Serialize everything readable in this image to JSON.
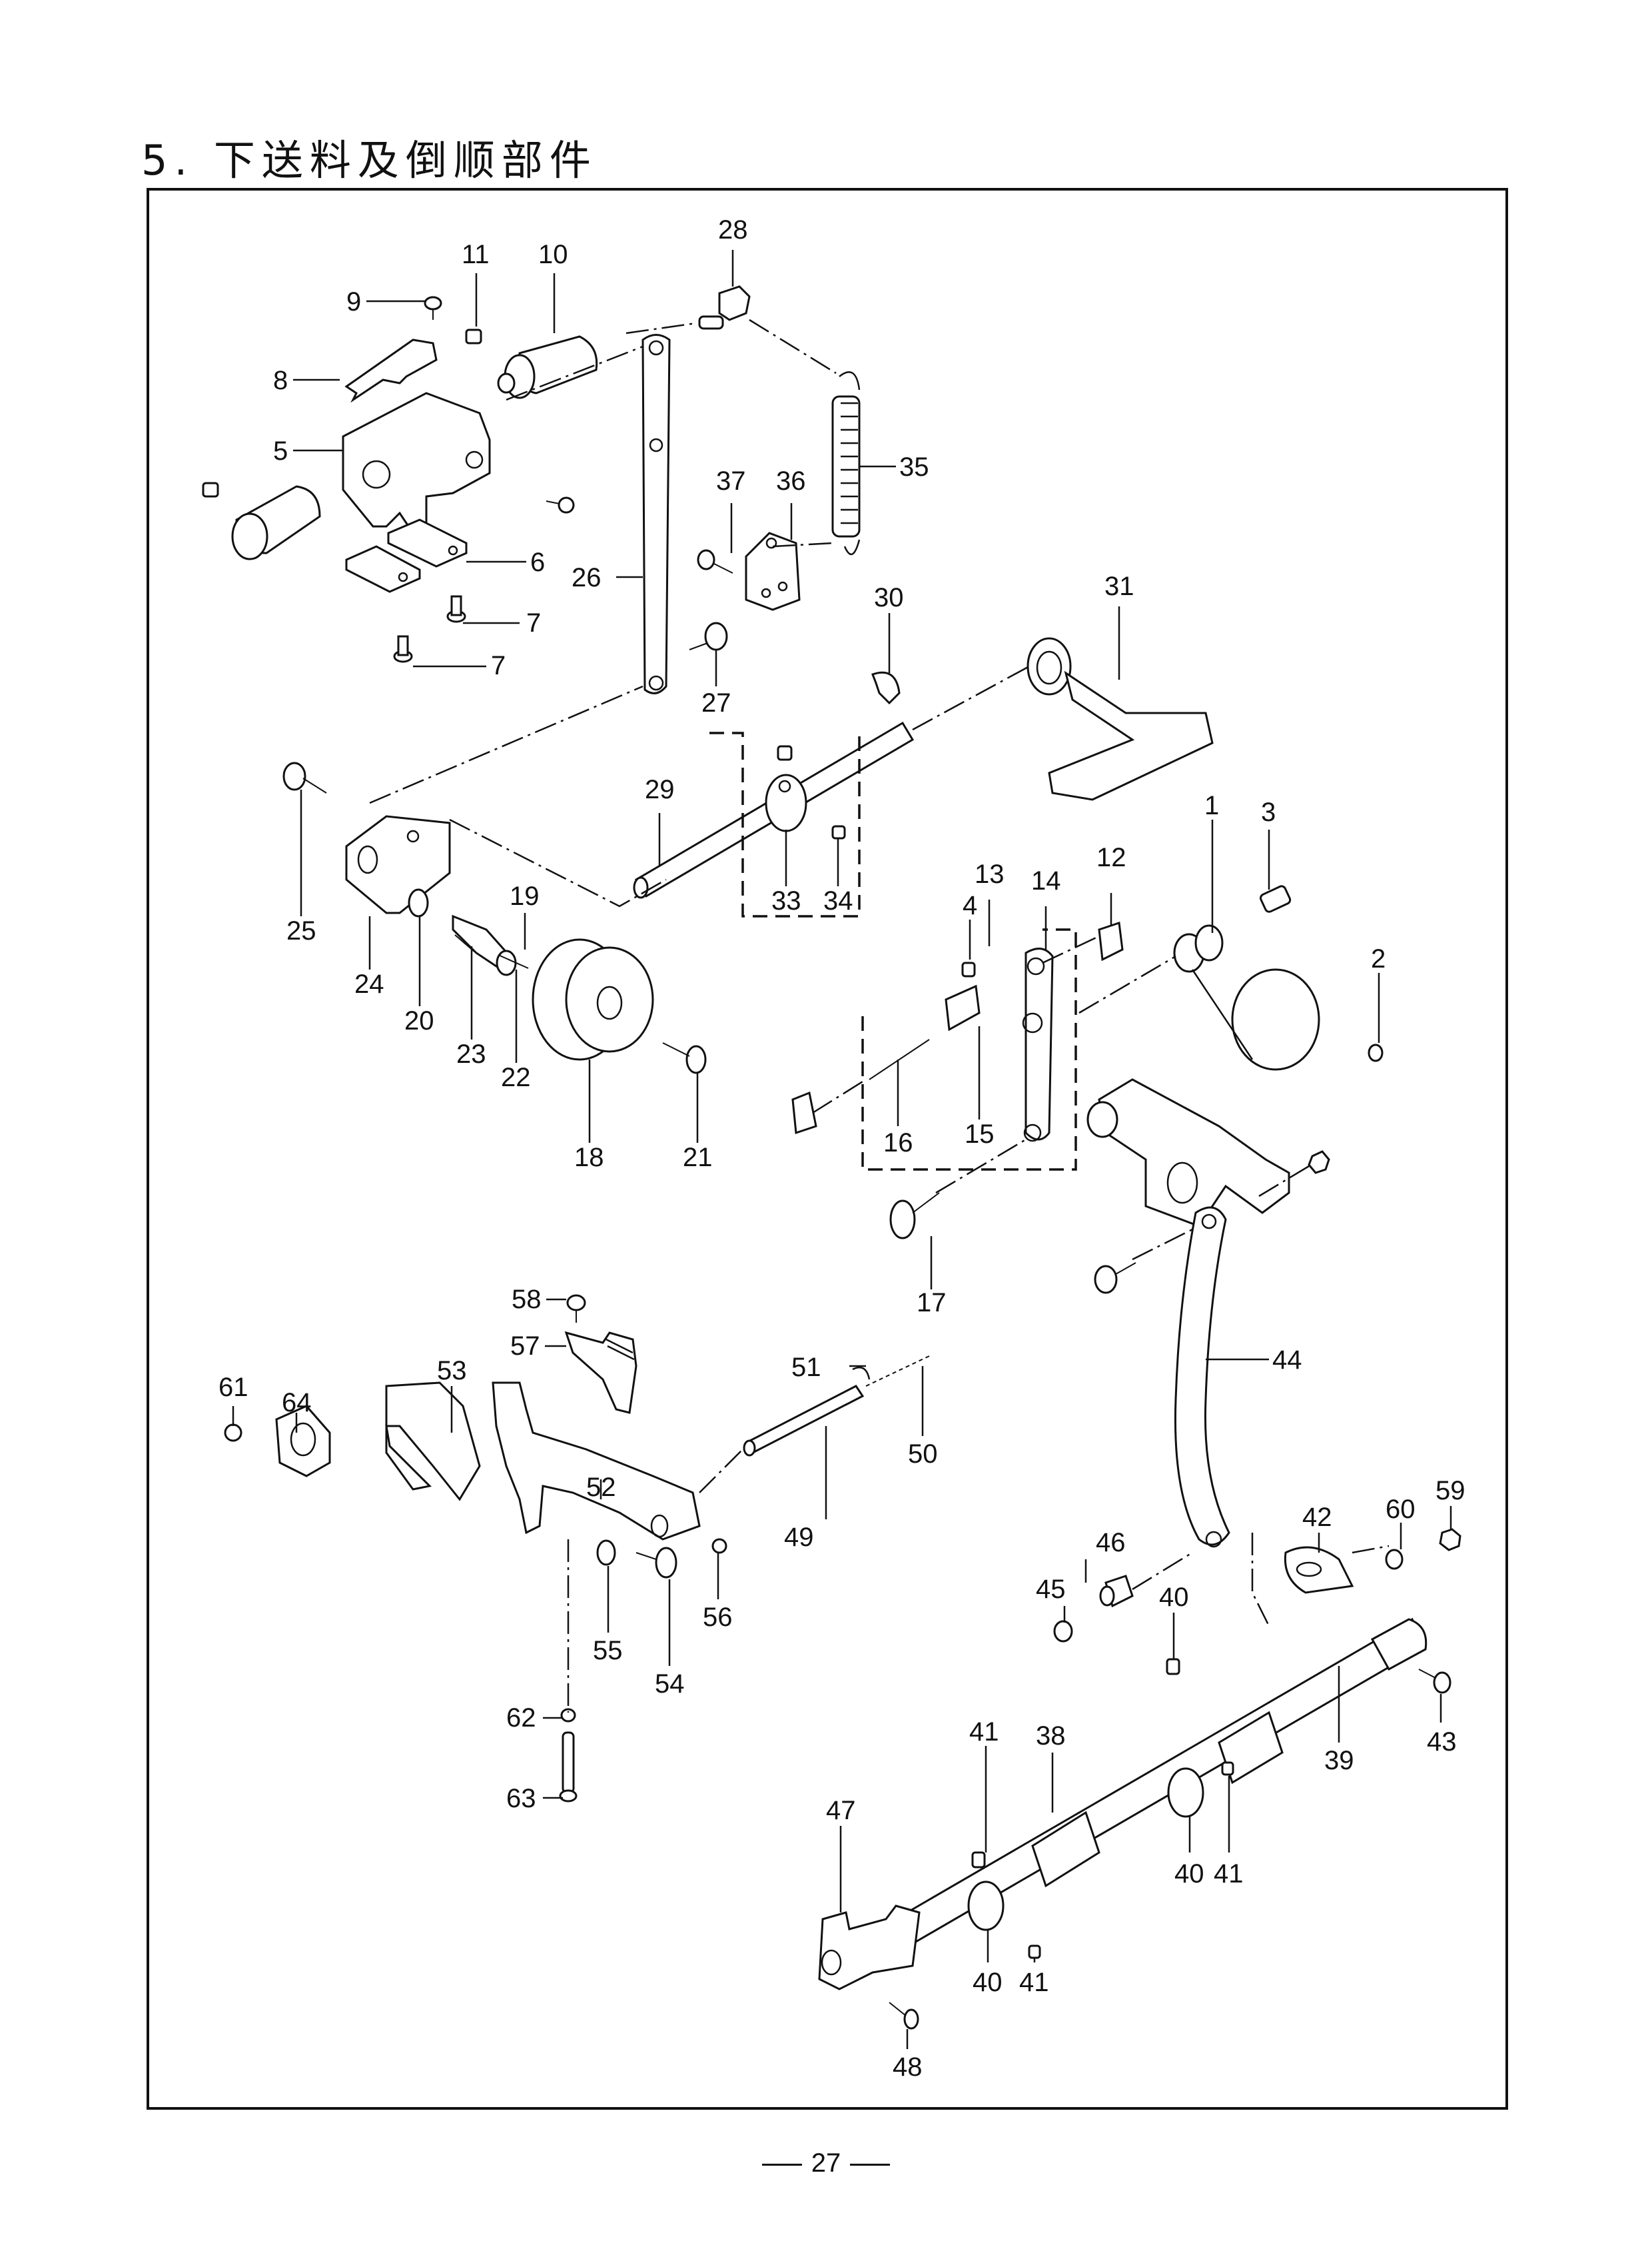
{
  "page": {
    "title": "5. 下送料及倒顺部件",
    "page_number": "27"
  },
  "diagram": {
    "type": "exploded-parts-diagram",
    "callouts": {
      "c1": "1",
      "c2": "2",
      "c3": "3",
      "c4": "4",
      "c5": "5",
      "c6": "6",
      "c7a": "7",
      "c7b": "7",
      "c8": "8",
      "c9": "9",
      "c10": "10",
      "c11": "11",
      "c12": "12",
      "c13": "13",
      "c14": "14",
      "c15": "15",
      "c16": "16",
      "c17": "17",
      "c18": "18",
      "c19": "19",
      "c20": "20",
      "c21": "21",
      "c22": "22",
      "c23": "23",
      "c24": "24",
      "c25": "25",
      "c26": "26",
      "c27": "27",
      "c28": "28",
      "c29": "29",
      "c30": "30",
      "c31": "31",
      "c33": "33",
      "c34": "34",
      "c35": "35",
      "c36": "36",
      "c37": "37",
      "c38": "38",
      "c39": "39",
      "c40a": "40",
      "c40b": "40",
      "c40c": "40",
      "c41a": "41",
      "c41b": "41",
      "c41c": "41",
      "c42": "42",
      "c43": "43",
      "c44": "44",
      "c45": "45",
      "c46": "46",
      "c47": "47",
      "c48": "48",
      "c49": "49",
      "c50": "50",
      "c51": "51",
      "c52": "52",
      "c53": "53",
      "c54": "54",
      "c55": "55",
      "c56": "56",
      "c57": "57",
      "c58": "58",
      "c59": "59",
      "c60": "60",
      "c61": "61",
      "c62": "62",
      "c63": "63",
      "c64": "64"
    }
  }
}
